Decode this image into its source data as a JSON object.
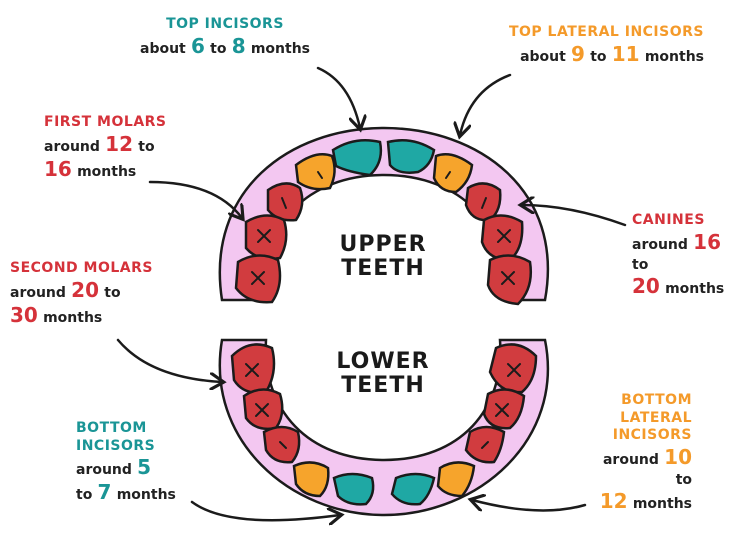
{
  "colors": {
    "gum": "#f3c7f1",
    "incisor": "#1fa8a4",
    "lateral": "#f6a42c",
    "molar": "#d13c3f",
    "outline": "#1b1b1b"
  },
  "center_labels": {
    "upper": [
      "UPPER",
      "TEETH"
    ],
    "lower": [
      "LOWER",
      "TEETH"
    ]
  },
  "labels": {
    "top_incisors": {
      "title": "TOP INCISORS",
      "pre": "about",
      "n1": "6",
      "mid": "to",
      "n2": "8",
      "post": "months"
    },
    "top_lateral": {
      "title": "TOP LATERAL INCISORS",
      "pre": "about",
      "n1": "9",
      "mid": "to",
      "n2": "11",
      "post": "months"
    },
    "first_molars": {
      "title_l1": "FIRST MOLARS",
      "pre": "around",
      "n1": "12",
      "mid": "to",
      "n2": "16",
      "post": "months"
    },
    "canines": {
      "title": "CANINES",
      "pre": "around",
      "n1": "16",
      "mid": "to",
      "n2": "20",
      "post": "months"
    },
    "second_molars": {
      "title": "SECOND MOLARS",
      "pre": "around",
      "n1": "20",
      "mid": "to",
      "n2": "30",
      "post": "months"
    },
    "bottom_incisors": {
      "title_l1": "BOTTOM",
      "title_l2": "INCISORS",
      "pre": "around",
      "n1": "5",
      "mid": "to",
      "n2": "7",
      "post": "months"
    },
    "bottom_lateral": {
      "title_l1": "BOTTOM",
      "title_l2": "LATERAL",
      "title_l3": "INCISORS",
      "pre": "around",
      "n1": "10",
      "mid": "to",
      "n2": "12",
      "post": "months"
    }
  }
}
